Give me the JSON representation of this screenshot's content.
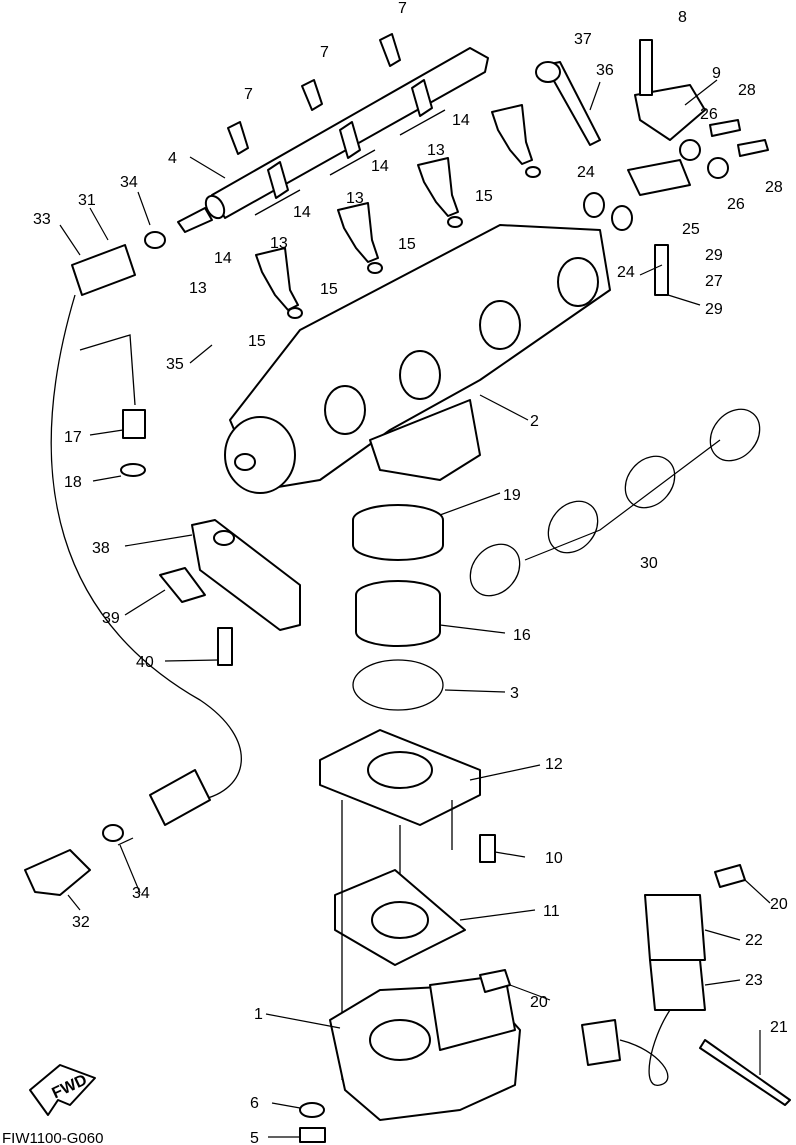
{
  "diagram": {
    "code": "FIW1100-G060",
    "fwd_arrow_label": "FWD",
    "callouts": [
      "1",
      "2",
      "3",
      "4",
      "5",
      "6",
      "7",
      "7",
      "7",
      "8",
      "9",
      "10",
      "11",
      "12",
      "13",
      "13",
      "13",
      "13",
      "14",
      "14",
      "14",
      "14",
      "15",
      "15",
      "15",
      "15",
      "16",
      "17",
      "18",
      "19",
      "20",
      "20",
      "21",
      "22",
      "23",
      "24",
      "24",
      "25",
      "26",
      "26",
      "27",
      "28",
      "28",
      "29",
      "29",
      "30",
      "31",
      "32",
      "33",
      "34",
      "34",
      "35",
      "36",
      "37",
      "38",
      "39",
      "40"
    ]
  }
}
